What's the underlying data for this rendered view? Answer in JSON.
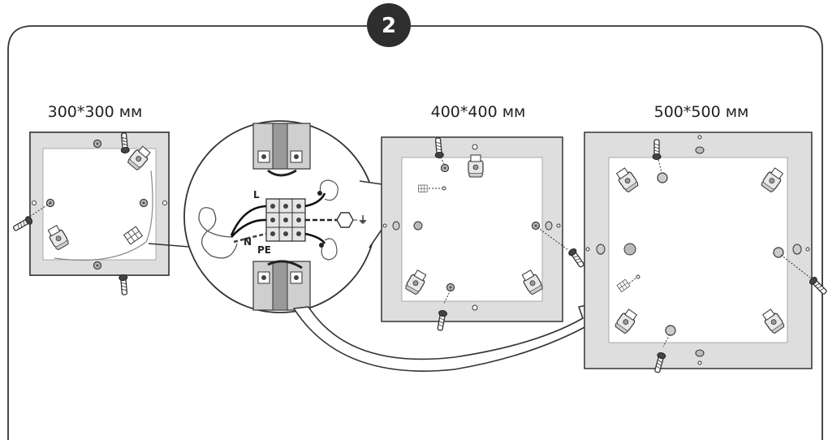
{
  "step": {
    "number": "2"
  },
  "panels": [
    {
      "size_label": "300*300 мм"
    },
    {
      "size_label": "400*400 мм"
    },
    {
      "size_label": "500*500 мм"
    }
  ],
  "wiring": {
    "live": "L",
    "neutral": "N",
    "earth": "PE",
    "earth_symbol": "⏚"
  },
  "icons": [
    "screw-icon",
    "lamp-socket-icon",
    "terminal-block-icon",
    "ground-symbol-icon",
    "wire-loop-icon"
  ],
  "colors": {
    "outline": "#333333",
    "frame_grey": "#dedede",
    "step_badge": "#2e2e2e",
    "background": "#ffffff"
  }
}
